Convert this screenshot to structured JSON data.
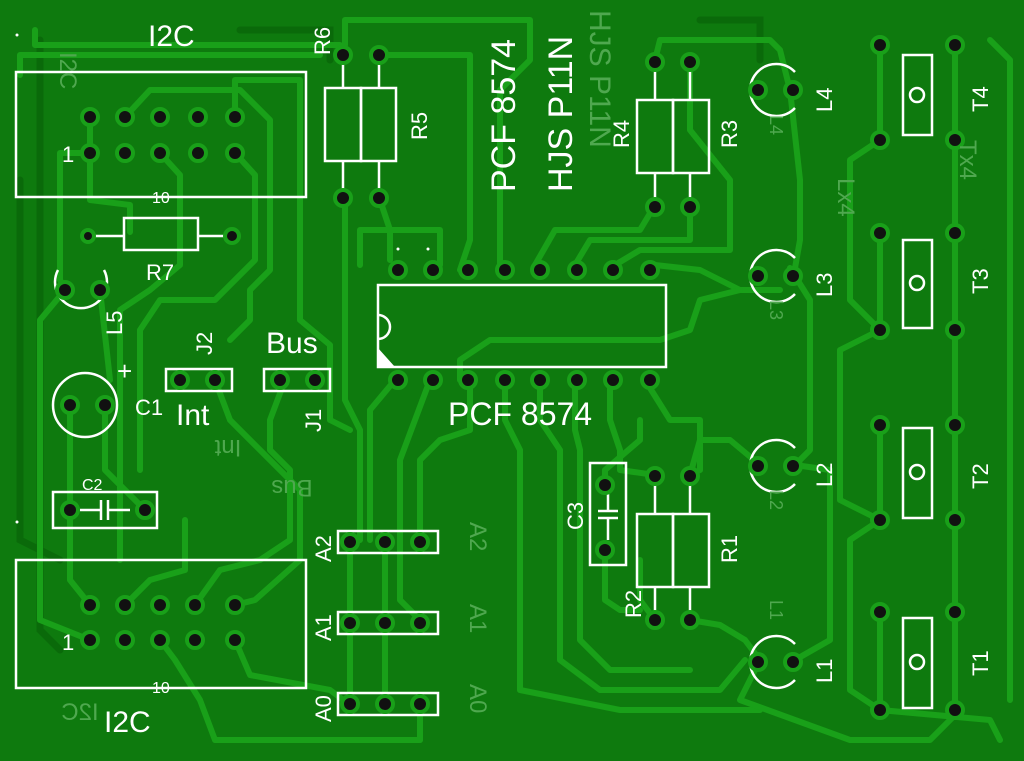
{
  "colors": {
    "board": "#0e7a0e",
    "trace": "#19a019",
    "bottom_trace": "#0a6a0a",
    "silkscreen": "#ffffff",
    "pad": "#111111"
  },
  "labels": {
    "i2c_top": "I2C",
    "i2c_bottom": "I2C",
    "i2c_top_mirror": "I2C",
    "i2c_bottom_mirror": "I2C",
    "pin1_top": "1",
    "pin10_top": "10",
    "pin1_bottom": "1",
    "pin10_bottom": "10",
    "r1": "R1",
    "r2": "R2",
    "r3": "R3",
    "r4": "R4",
    "r5": "R5",
    "r6": "R6",
    "r7": "R7",
    "l1": "L1",
    "l2": "L2",
    "l3": "L3",
    "l4": "L4",
    "l5": "L5",
    "t1": "T1",
    "t2": "T2",
    "t3": "T3",
    "t4": "T4",
    "c1": "C1",
    "c2": "C2",
    "c3": "C3",
    "c1_plus": "+",
    "j1": "J1",
    "j2": "J2",
    "bus": "Bus",
    "int": "Int",
    "bus_mirror": "Bus",
    "int_mirror": "Int",
    "a0": "A0",
    "a1": "A1",
    "a2": "A2",
    "a0_mirror": "A0",
    "a1_mirror": "A1",
    "a2_mirror": "A2",
    "chip": "PCF 8574",
    "pcf_vertical": "PCF 8574",
    "hjs": "HJS P11N",
    "hjs_mirror": "HJS P11N",
    "lx4_mirror": "Lx4",
    "tx4_mirror": "Tx4",
    "l1_mirror": "L1",
    "l2_mirror": "L2",
    "l3_mirror": "L3",
    "l4_mirror": "L4"
  }
}
